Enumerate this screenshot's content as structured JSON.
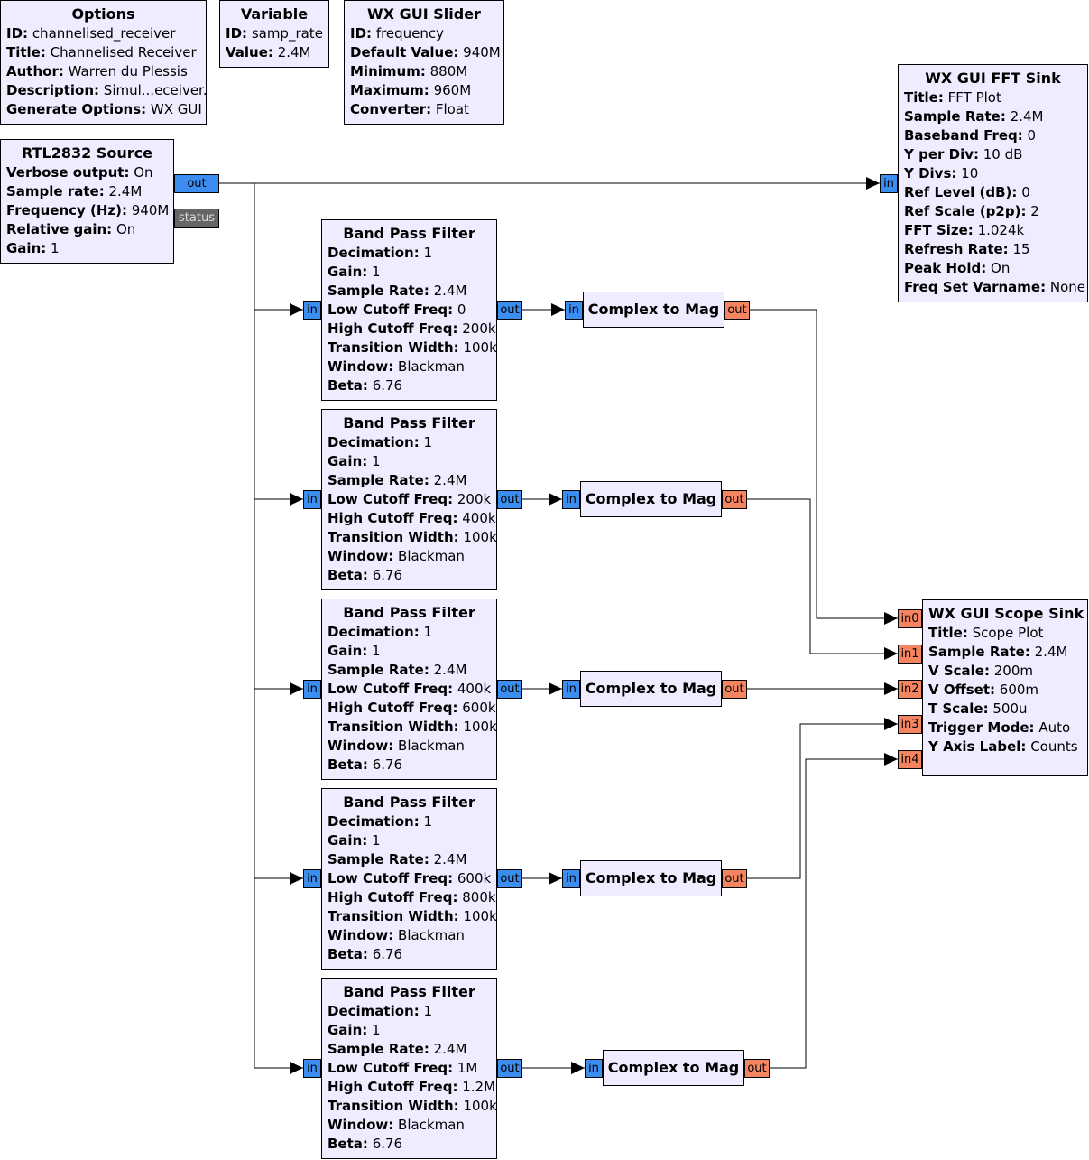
{
  "colors": {
    "block_fill": "#f0ecff",
    "complex_port": "#3b8ef0",
    "float_port": "#f58560",
    "message_port": "#666666",
    "wire": "#000000"
  },
  "options_block": {
    "title": "Options",
    "params": [
      {
        "key": "ID:",
        "value": "channelised_receiver"
      },
      {
        "key": "Title:",
        "value": "Channelised Receiver"
      },
      {
        "key": "Author:",
        "value": "Warren du Plessis"
      },
      {
        "key": "Description:",
        "value": "Simul...eceiver."
      },
      {
        "key": "Generate Options:",
        "value": "WX GUI"
      }
    ]
  },
  "variable_block": {
    "title": "Variable",
    "params": [
      {
        "key": "ID:",
        "value": "samp_rate"
      },
      {
        "key": "Value:",
        "value": "2.4M"
      }
    ]
  },
  "slider_block": {
    "title": "WX GUI Slider",
    "params": [
      {
        "key": "ID:",
        "value": "frequency"
      },
      {
        "key": "Default Value:",
        "value": "940M"
      },
      {
        "key": "Minimum:",
        "value": "880M"
      },
      {
        "key": "Maximum:",
        "value": "960M"
      },
      {
        "key": "Converter:",
        "value": "Float"
      }
    ]
  },
  "rtl_block": {
    "title": "RTL2832 Source",
    "params": [
      {
        "key": "Verbose output:",
        "value": "On"
      },
      {
        "key": "Sample rate:",
        "value": "2.4M"
      },
      {
        "key": "Frequency (Hz):",
        "value": "940M"
      },
      {
        "key": "Relative gain:",
        "value": "On"
      },
      {
        "key": "Gain:",
        "value": "1"
      }
    ],
    "out_port": "out",
    "status_port": "status"
  },
  "fft_block": {
    "title": "WX GUI FFT Sink",
    "params": [
      {
        "key": "Title:",
        "value": "FFT Plot"
      },
      {
        "key": "Sample Rate:",
        "value": "2.4M"
      },
      {
        "key": "Baseband Freq:",
        "value": "0"
      },
      {
        "key": "Y per Div:",
        "value": "10 dB"
      },
      {
        "key": "Y Divs:",
        "value": "10"
      },
      {
        "key": "Ref Level (dB):",
        "value": "0"
      },
      {
        "key": "Ref Scale (p2p):",
        "value": "2"
      },
      {
        "key": "FFT Size:",
        "value": "1.024k"
      },
      {
        "key": "Refresh Rate:",
        "value": "15"
      },
      {
        "key": "Peak Hold:",
        "value": "On"
      },
      {
        "key": "Freq Set Varname:",
        "value": "None"
      }
    ],
    "in_port": "in"
  },
  "filters": [
    {
      "title": "Band Pass Filter",
      "params": [
        {
          "key": "Decimation:",
          "value": "1"
        },
        {
          "key": "Gain:",
          "value": "1"
        },
        {
          "key": "Sample Rate:",
          "value": "2.4M"
        },
        {
          "key": "Low Cutoff Freq:",
          "value": "0"
        },
        {
          "key": "High Cutoff Freq:",
          "value": "200k"
        },
        {
          "key": "Transition Width:",
          "value": "100k"
        },
        {
          "key": "Window:",
          "value": "Blackman"
        },
        {
          "key": "Beta:",
          "value": "6.76"
        }
      ],
      "in_port": "in",
      "out_port": "out"
    },
    {
      "title": "Band Pass Filter",
      "params": [
        {
          "key": "Decimation:",
          "value": "1"
        },
        {
          "key": "Gain:",
          "value": "1"
        },
        {
          "key": "Sample Rate:",
          "value": "2.4M"
        },
        {
          "key": "Low Cutoff Freq:",
          "value": "200k"
        },
        {
          "key": "High Cutoff Freq:",
          "value": "400k"
        },
        {
          "key": "Transition Width:",
          "value": "100k"
        },
        {
          "key": "Window:",
          "value": "Blackman"
        },
        {
          "key": "Beta:",
          "value": "6.76"
        }
      ],
      "in_port": "in",
      "out_port": "out"
    },
    {
      "title": "Band Pass Filter",
      "params": [
        {
          "key": "Decimation:",
          "value": "1"
        },
        {
          "key": "Gain:",
          "value": "1"
        },
        {
          "key": "Sample Rate:",
          "value": "2.4M"
        },
        {
          "key": "Low Cutoff Freq:",
          "value": "400k"
        },
        {
          "key": "High Cutoff Freq:",
          "value": "600k"
        },
        {
          "key": "Transition Width:",
          "value": "100k"
        },
        {
          "key": "Window:",
          "value": "Blackman"
        },
        {
          "key": "Beta:",
          "value": "6.76"
        }
      ],
      "in_port": "in",
      "out_port": "out"
    },
    {
      "title": "Band Pass Filter",
      "params": [
        {
          "key": "Decimation:",
          "value": "1"
        },
        {
          "key": "Gain:",
          "value": "1"
        },
        {
          "key": "Sample Rate:",
          "value": "2.4M"
        },
        {
          "key": "Low Cutoff Freq:",
          "value": "600k"
        },
        {
          "key": "High Cutoff Freq:",
          "value": "800k"
        },
        {
          "key": "Transition Width:",
          "value": "100k"
        },
        {
          "key": "Window:",
          "value": "Blackman"
        },
        {
          "key": "Beta:",
          "value": "6.76"
        }
      ],
      "in_port": "in",
      "out_port": "out"
    },
    {
      "title": "Band Pass Filter",
      "params": [
        {
          "key": "Decimation:",
          "value": "1"
        },
        {
          "key": "Gain:",
          "value": "1"
        },
        {
          "key": "Sample Rate:",
          "value": "2.4M"
        },
        {
          "key": "Low Cutoff Freq:",
          "value": "1M"
        },
        {
          "key": "High Cutoff Freq:",
          "value": "1.2M"
        },
        {
          "key": "Transition Width:",
          "value": "100k"
        },
        {
          "key": "Window:",
          "value": "Blackman"
        },
        {
          "key": "Beta:",
          "value": "6.76"
        }
      ],
      "in_port": "in",
      "out_port": "out"
    }
  ],
  "mags": [
    {
      "title": "Complex to Mag",
      "in_port": "in",
      "out_port": "out"
    },
    {
      "title": "Complex to Mag",
      "in_port": "in",
      "out_port": "out"
    },
    {
      "title": "Complex to Mag",
      "in_port": "in",
      "out_port": "out"
    },
    {
      "title": "Complex to Mag",
      "in_port": "in",
      "out_port": "out"
    },
    {
      "title": "Complex to Mag",
      "in_port": "in",
      "out_port": "out"
    }
  ],
  "scope_block": {
    "title": "WX GUI Scope Sink",
    "params": [
      {
        "key": "Title:",
        "value": "Scope Plot"
      },
      {
        "key": "Sample Rate:",
        "value": "2.4M"
      },
      {
        "key": "V Scale:",
        "value": "200m"
      },
      {
        "key": "V Offset:",
        "value": "600m"
      },
      {
        "key": "T Scale:",
        "value": "500u"
      },
      {
        "key": "Trigger Mode:",
        "value": "Auto"
      },
      {
        "key": "Y Axis Label:",
        "value": "Counts"
      }
    ],
    "in_ports": [
      "in0",
      "in1",
      "in2",
      "in3",
      "in4"
    ]
  }
}
